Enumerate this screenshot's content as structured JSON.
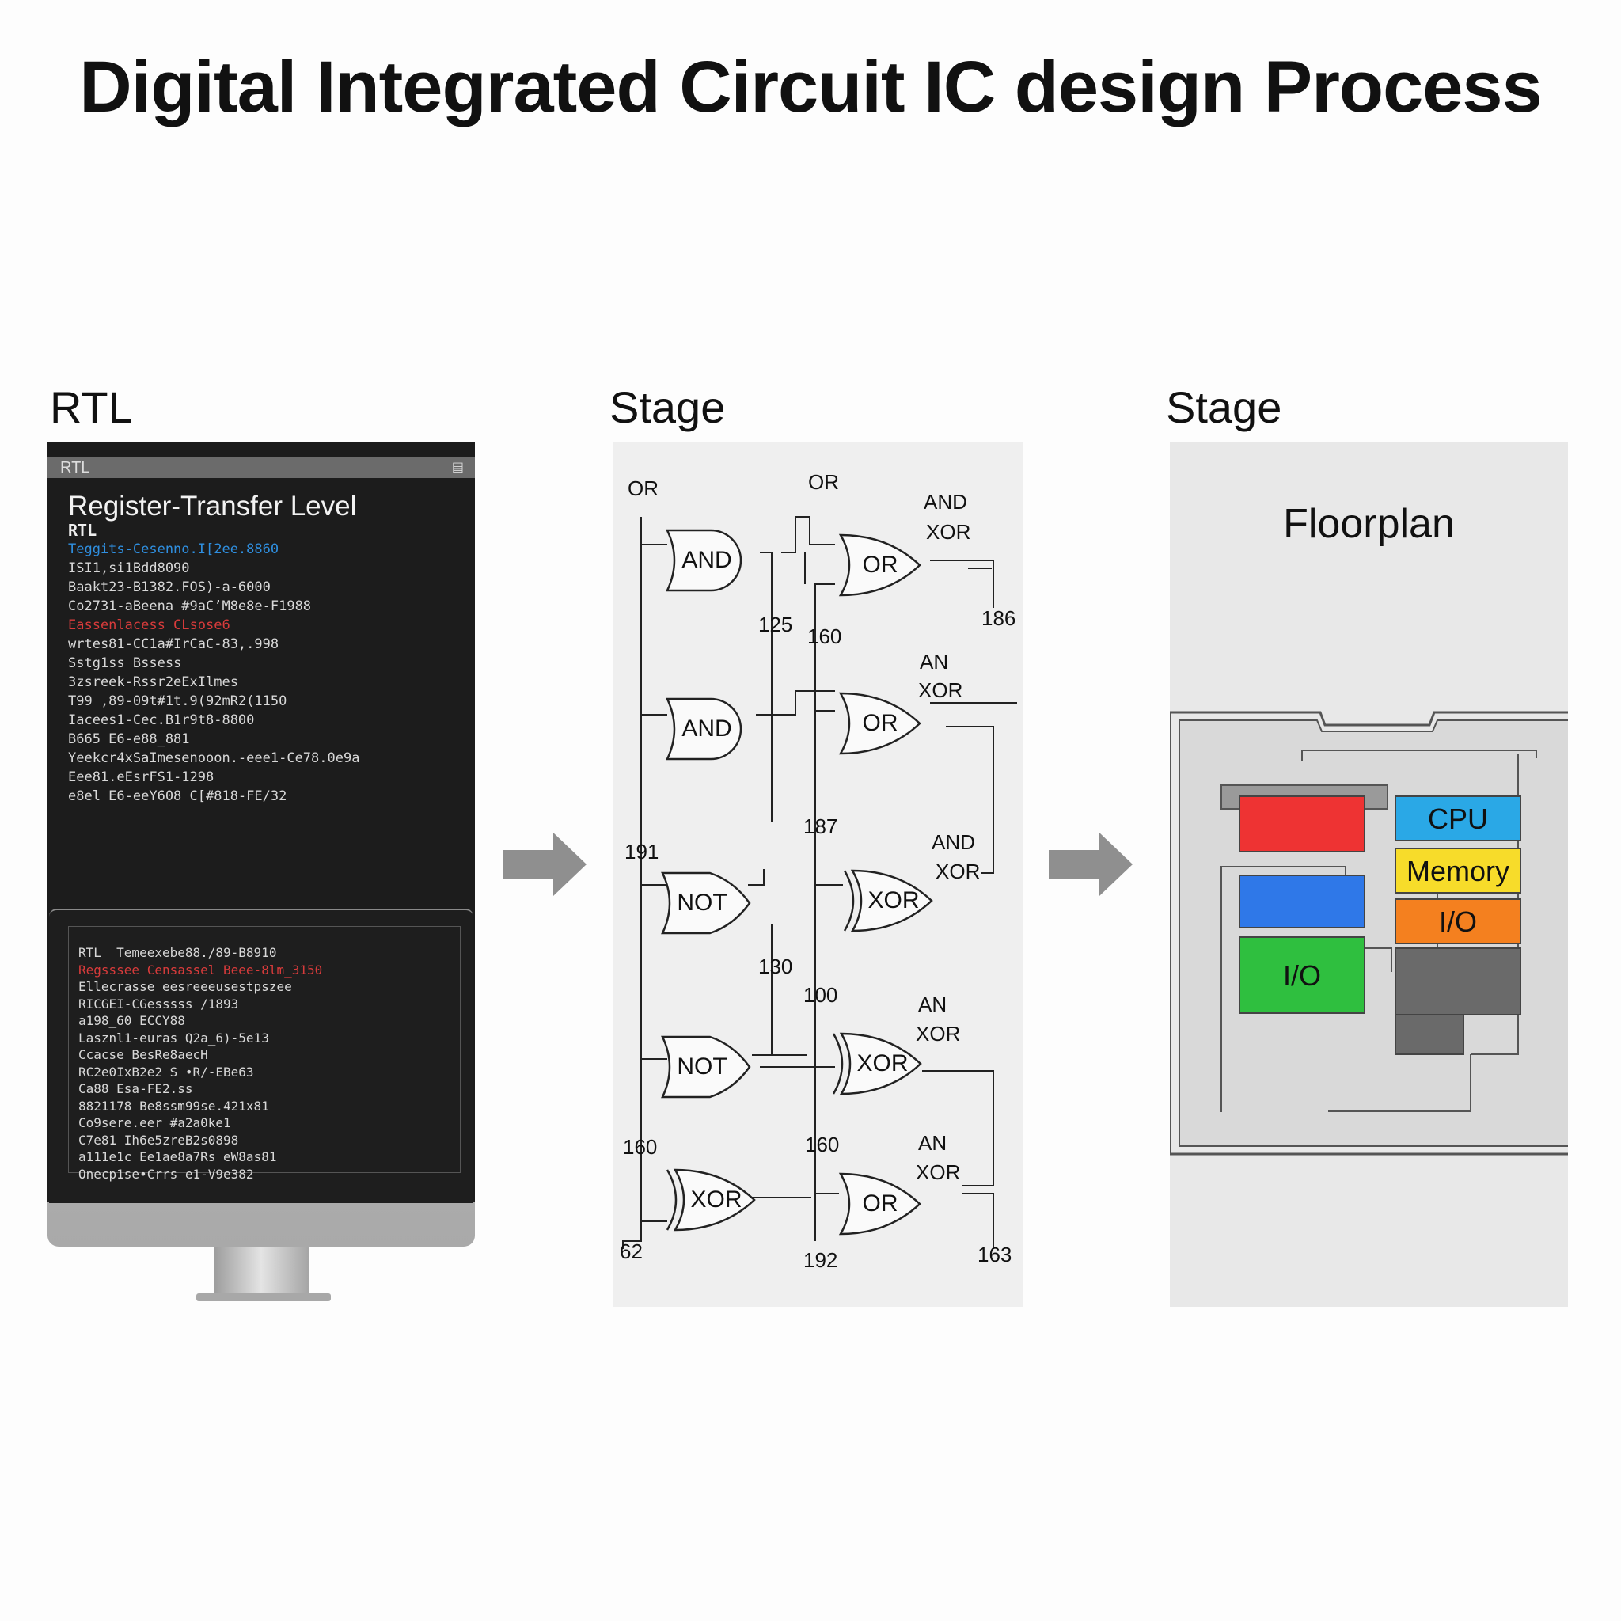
{
  "title": "Digital Integrated Circuit IC design Process",
  "sections": [
    {
      "label": "RTL"
    },
    {
      "label": "Stage"
    },
    {
      "label": "Stage"
    }
  ],
  "rtl_screen": {
    "window_title": "RTL",
    "heading": "Register-Transfer Level",
    "subheading": "RTL",
    "upper_code": [
      {
        "text": "Teggits-Cesenno.I[2ee.8860",
        "color": "blue"
      },
      {
        "text": "ISI1,si1Bdd8090",
        "color": "white"
      },
      {
        "text": "Baakt23-B1382.FOS)-a-6000",
        "color": "white"
      },
      {
        "text": "Co2731-aBeena #9aC’M8e8e-F1988",
        "color": "white"
      },
      {
        "text": "Eassenlacess CLsose6",
        "color": "red"
      },
      {
        "text": "wrtes81-CC1a#IrCaC-83,.998",
        "color": "white"
      },
      {
        "text": "Sstg1ss Bssess",
        "color": "white"
      },
      {
        "text": "3zsreek-Rssr2eExIlmes",
        "color": "white"
      },
      {
        "text": "T99 ,89-09t#1t.9(92mR2(1150",
        "color": "white"
      },
      {
        "text": "Iacees1-Cec.B1r9t8-8800",
        "color": "white"
      },
      {
        "text": "B665 E6-e88_881",
        "color": "white"
      },
      {
        "text": "Yeekcr4xSaImesenooon.-eee1-Ce78.0e9a",
        "color": "white"
      },
      {
        "text": "Eee81.eEsrFS1-1298",
        "color": "white"
      },
      {
        "text": "e8el E6-eeY608 C[#818-FE/32",
        "color": "white"
      }
    ],
    "lower_code": [
      {
        "text": "RTL  Temeexebe88./89-B8910",
        "color": "white"
      },
      {
        "text": "Regsssee Censassel Beee-8lm_3150",
        "color": "red"
      },
      {
        "text": "Ellecrasse eesreeeusestpszee",
        "color": "white"
      },
      {
        "text": "RICGEI-CGesssss /1893",
        "color": "white"
      },
      {
        "text": "a198_60 ECCY88",
        "color": "white"
      },
      {
        "text": "Lasznl1-euras Q2a_6)-5e13",
        "color": "white"
      },
      {
        "text": "Ccacse BesRe8aecH",
        "color": "white"
      },
      {
        "text": "RC2e0IxB2e2 S •R/-EBe63",
        "color": "white"
      },
      {
        "text": "Ca88 Esa-FE2.ss",
        "color": "white"
      },
      {
        "text": "8821178 Be8ssm99se.421x81",
        "color": "white"
      },
      {
        "text": "Co9sere.eer #a2a0ke1",
        "color": "white"
      },
      {
        "text": "C7e81 Ih6e5zreB2s0898",
        "color": "white"
      },
      {
        "text": "a111e1c Ee1ae8a7Rs eW8as81",
        "color": "white"
      },
      {
        "text": "Onecp1se•Crrs e1-V9e382",
        "color": "white"
      }
    ]
  },
  "logic_diagram": {
    "gates": [
      {
        "name": "and-gate",
        "label": "AND"
      },
      {
        "name": "or-gate",
        "label": "OR"
      },
      {
        "name": "and-gate",
        "label": "AND"
      },
      {
        "name": "or-gate",
        "label": "OR"
      },
      {
        "name": "not-gate",
        "label": "NOT"
      },
      {
        "name": "xor-gate",
        "label": "XOR"
      },
      {
        "name": "not-gate",
        "label": "NOT"
      },
      {
        "name": "xor-gate",
        "label": "XOR"
      },
      {
        "name": "xor-gate",
        "label": "XOR"
      },
      {
        "name": "or-gate",
        "label": "OR"
      }
    ],
    "annotations": [
      {
        "text": "OR"
      },
      {
        "text": "OR"
      },
      {
        "text": "AND"
      },
      {
        "text": "XOR"
      },
      {
        "text": "125"
      },
      {
        "text": "160"
      },
      {
        "text": "186"
      },
      {
        "text": "AN"
      },
      {
        "text": "XOR"
      },
      {
        "text": "187"
      },
      {
        "text": "AND"
      },
      {
        "text": "XOR"
      },
      {
        "text": "191"
      },
      {
        "text": "130"
      },
      {
        "text": "100"
      },
      {
        "text": "AN"
      },
      {
        "text": "XOR"
      },
      {
        "text": "160"
      },
      {
        "text": "160"
      },
      {
        "text": "AN"
      },
      {
        "text": "XOR"
      },
      {
        "text": "62"
      },
      {
        "text": "192"
      },
      {
        "text": "163"
      }
    ]
  },
  "floorplan": {
    "title": "Floorplan",
    "blocks": [
      {
        "label": "CPU",
        "color": "#2aa8e6"
      },
      {
        "label": "Memory",
        "color": "#f7dc2a"
      },
      {
        "label": "I/O",
        "color": "#f4801f"
      },
      {
        "label": "I/O",
        "color": "#2fbf3f"
      },
      {
        "label": "",
        "color": "#ee3333"
      },
      {
        "label": "",
        "color": "#2f78e8"
      },
      {
        "label": "",
        "color": "#6a6a6a"
      }
    ]
  }
}
